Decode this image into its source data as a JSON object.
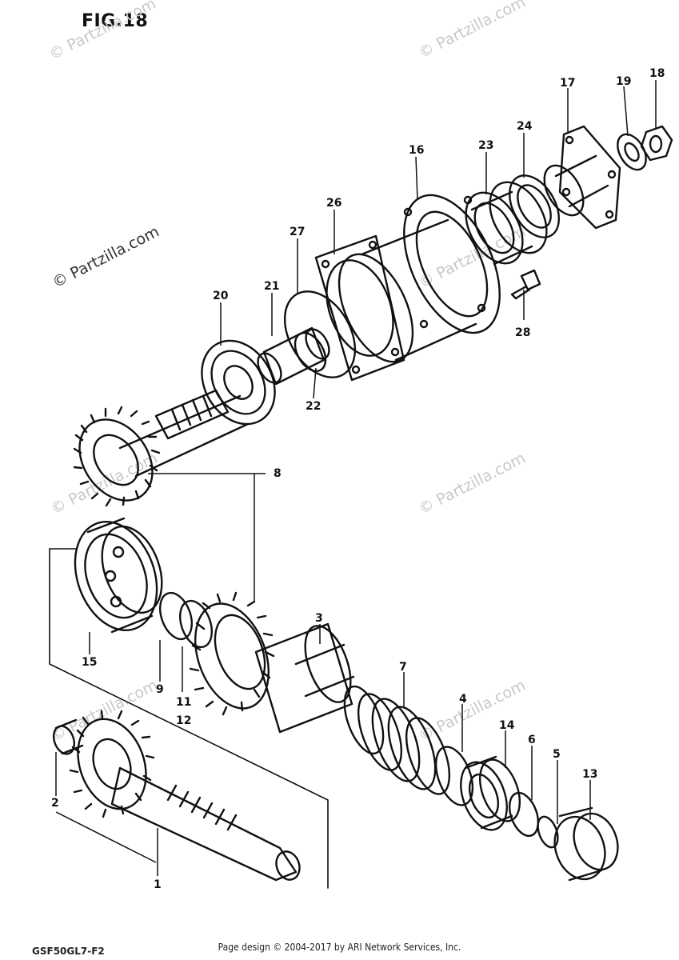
{
  "figure_title": "FIG.18",
  "watermark": "© Partzilla.com",
  "footer": "Page design © 2004-2017 by ARI Network Services, Inc.",
  "drawing_code": "GSF50GL7-F2",
  "callouts": [
    "1",
    "2",
    "3",
    "4",
    "5",
    "6",
    "7",
    "8",
    "9",
    "11",
    "12",
    "13",
    "14",
    "15",
    "16",
    "17",
    "18",
    "19",
    "20",
    "21",
    "22",
    "23",
    "24",
    "26",
    "27",
    "28"
  ]
}
